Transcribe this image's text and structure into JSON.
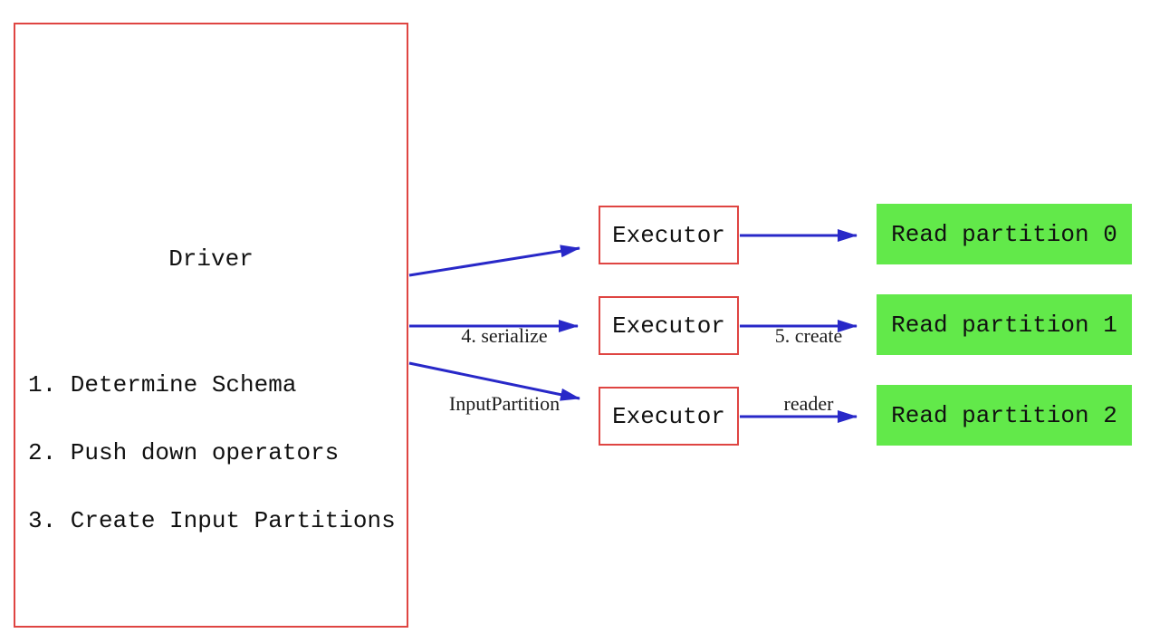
{
  "diagram": {
    "driver": {
      "title": "Driver",
      "steps": [
        "1. Determine Schema",
        "2. Push down operators",
        "3. Create Input Partitions"
      ]
    },
    "executors": [
      {
        "label": "Executor"
      },
      {
        "label": "Executor"
      },
      {
        "label": "Executor"
      }
    ],
    "partitions": [
      {
        "label": "Read partition 0"
      },
      {
        "label": "Read partition 1"
      },
      {
        "label": "Read partition 2"
      }
    ],
    "edge_labels": {
      "serialize": {
        "line1": "4. serialize",
        "line2": "InputPartition"
      },
      "create_reader": {
        "line1": "5. create",
        "line2": "reader"
      }
    },
    "colors": {
      "node_border": "#df4542",
      "partition_fill": "#62e94a",
      "arrow": "#2828c8",
      "text": "#111111",
      "background": "#ffffff"
    }
  }
}
